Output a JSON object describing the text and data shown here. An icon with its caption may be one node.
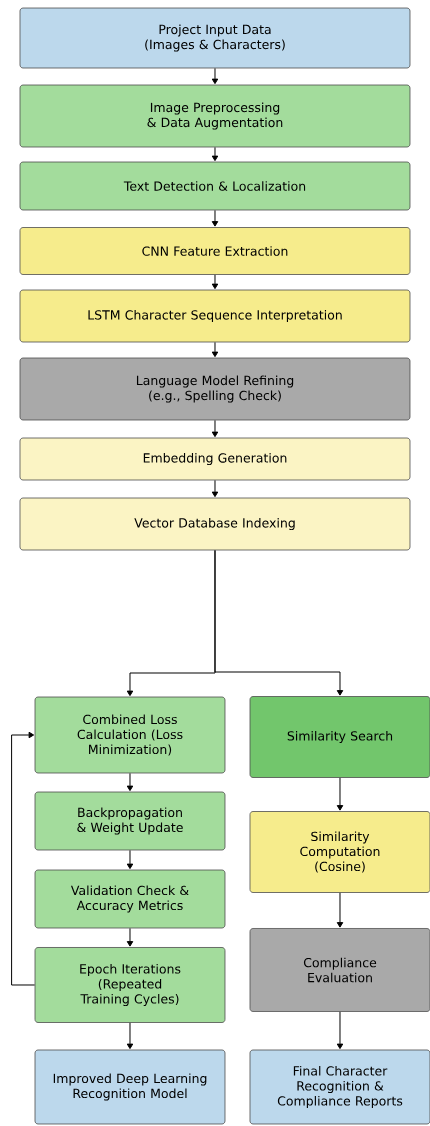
{
  "diagram": {
    "nodes": [
      {
        "text": [
          "Project Input Data (Images & Characters)"
        ]
      },
      {
        "text": [
          "Image Preprocessing & Data Augmentation"
        ]
      },
      {
        "text": [
          "Text Detection & Localization"
        ]
      },
      {
        "text": [
          "CNN Feature Extraction"
        ]
      },
      {
        "text": [
          "LSTM Character Sequence Interpretation"
        ]
      },
      {
        "text": [
          "Language Model Refining (e.g., Spelling Check)"
        ]
      },
      {
        "text": [
          "Embedding Generation"
        ]
      },
      {
        "text": [
          "Vector Database Indexing"
        ]
      },
      {
        "text": [
          "Combined Loss Calculation (Loss Minimization)"
        ]
      },
      {
        "text": [
          "Backpropagation & Weight Update"
        ]
      },
      {
        "text": [
          "Validation Check & Accuracy Metrics"
        ]
      },
      {
        "text": [
          "Epoch Iterations (Repeated Training Cycles)"
        ]
      },
      {
        "text": [
          "Improved Deep Learning Recognition Model"
        ]
      },
      {
        "text": [
          "Similarity Search"
        ]
      },
      {
        "text": [
          "Similarity Computation (Cosine)"
        ]
      },
      {
        "text": [
          "Compliance Evaluation"
        ]
      },
      {
        "text": [
          "Final Character Recognition & Compliance Reports"
        ]
      }
    ],
    "edges": [
      {
        "from": 0,
        "to": 1,
        "arrow": "to"
      },
      {
        "from": 1,
        "to": 2,
        "arrow": "to"
      },
      {
        "from": 2,
        "to": 3,
        "arrow": "to"
      },
      {
        "from": 3,
        "to": 4,
        "arrow": "to"
      },
      {
        "from": 4,
        "to": 5,
        "arrow": "to"
      },
      {
        "from": 5,
        "to": 6,
        "arrow": "to"
      },
      {
        "from": 6,
        "to": 7,
        "arrow": "to"
      },
      {
        "from": 7,
        "to": 8,
        "arrow": "to"
      },
      {
        "from": 7,
        "to": 13,
        "arrow": "to"
      },
      {
        "from": 8,
        "to": 9,
        "arrow": "to"
      },
      {
        "from": 9,
        "to": 10,
        "arrow": "to"
      },
      {
        "from": 10,
        "to": 11,
        "arrow": "to"
      },
      {
        "from": 11,
        "to": 12,
        "arrow": "to"
      },
      {
        "from": 11,
        "to": 8,
        "arrow": "to"
      },
      {
        "from": 13,
        "to": 14,
        "arrow": "to"
      },
      {
        "from": 14,
        "to": 15,
        "arrow": "to"
      },
      {
        "from": 15,
        "to": 16,
        "arrow": "to"
      }
    ]
  }
}
